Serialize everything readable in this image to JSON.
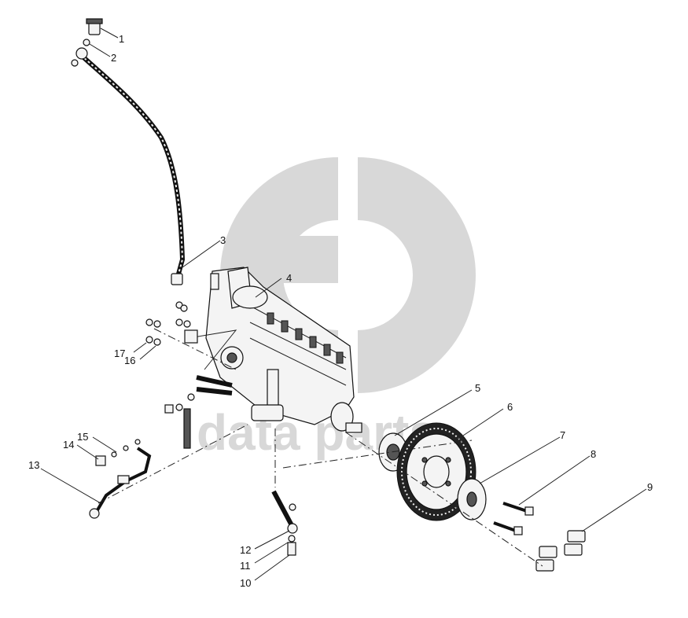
{
  "watermark": {
    "text": "data parts",
    "color": "#d4d4d4"
  },
  "callouts": [
    {
      "id": "1",
      "label": "1"
    },
    {
      "id": "2",
      "label": "2"
    },
    {
      "id": "3",
      "label": "3"
    },
    {
      "id": "4",
      "label": "4"
    },
    {
      "id": "5",
      "label": "5"
    },
    {
      "id": "6",
      "label": "6"
    },
    {
      "id": "7",
      "label": "7"
    },
    {
      "id": "8",
      "label": "8"
    },
    {
      "id": "9",
      "label": "9"
    },
    {
      "id": "10",
      "label": "10"
    },
    {
      "id": "11",
      "label": "11"
    },
    {
      "id": "12",
      "label": "12"
    },
    {
      "id": "13",
      "label": "13"
    },
    {
      "id": "14",
      "label": "14"
    },
    {
      "id": "15",
      "label": "15"
    },
    {
      "id": "16",
      "label": "16"
    },
    {
      "id": "17",
      "label": "17"
    }
  ]
}
